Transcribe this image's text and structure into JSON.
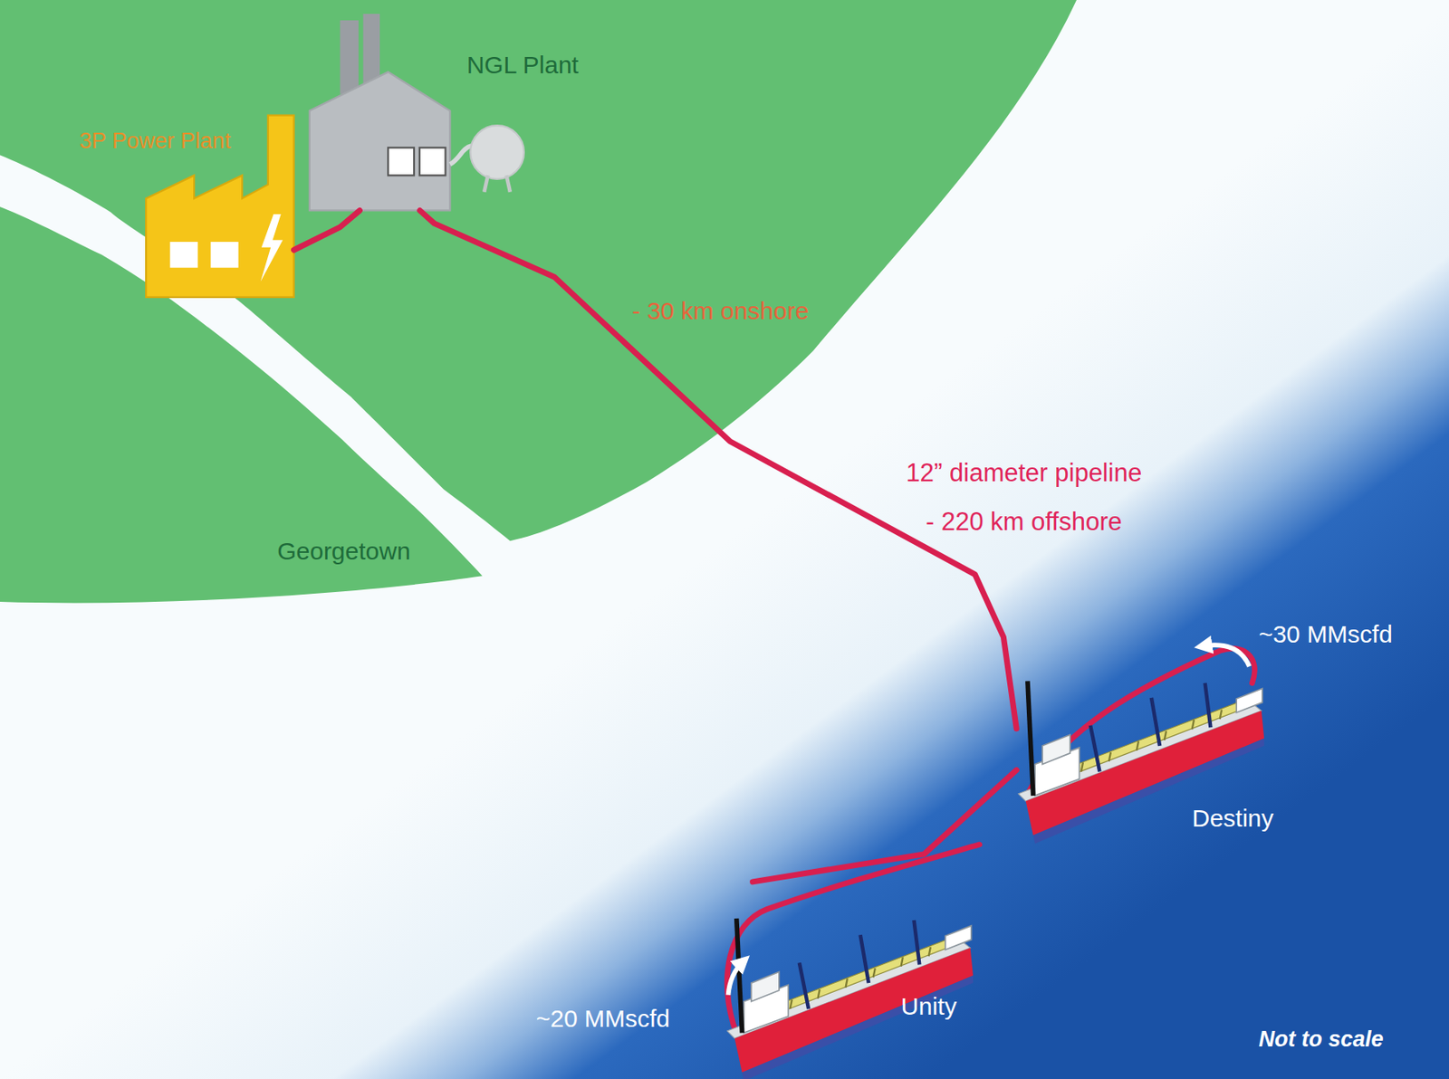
{
  "diagram": {
    "nodes": [
      {
        "text": [
          "NGL Plant"
        ]
      },
      {
        "text": [
          "3P Power Plant"
        ]
      },
      {
        "text": [
          "Destiny"
        ]
      },
      {
        "text": [
          "Unity"
        ]
      }
    ],
    "edges": [
      {
        "from": 0,
        "to": 1,
        "arrow": "none"
      },
      {
        "from": 0,
        "to": 2,
        "arrow": "none",
        "label": "12” diameter pipeline - 220 km offshore"
      },
      {
        "from": 3,
        "to": 2,
        "arrow": "none"
      }
    ],
    "labels": [
      "- 30 km onshore",
      "Georgetown",
      "~30 MMscfd",
      "~20 MMscfd",
      "Not to scale"
    ]
  }
}
